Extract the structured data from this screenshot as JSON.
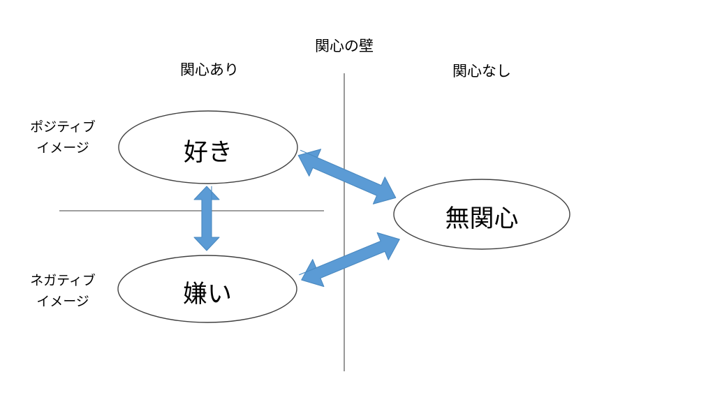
{
  "diagram": {
    "wall": {
      "label": "関心の壁",
      "line_color": "#7f7f7f"
    },
    "axes": {
      "interest_yes": "関心あり",
      "interest_no": "関心なし",
      "positive_image_line1": "ポジティブ",
      "positive_image_line2": "イメージ",
      "negative_image_line1": "ネガティブ",
      "negative_image_line2": "イメージ",
      "horizontal_line_color": "#7f7f7f"
    },
    "nodes": [
      {
        "id": "like",
        "label": "好き"
      },
      {
        "id": "dislike",
        "label": "嫌い"
      },
      {
        "id": "indifferent",
        "label": "無関心"
      }
    ],
    "node_style": {
      "fill": "#ffffff",
      "stroke": "#404040"
    },
    "arrows": [
      {
        "id": "like-indifferent",
        "from": "like",
        "to": "indifferent",
        "double_headed": true
      },
      {
        "id": "dislike-indifferent",
        "from": "dislike",
        "to": "indifferent",
        "double_headed": true
      },
      {
        "id": "like-dislike",
        "from": "like",
        "to": "dislike",
        "double_headed": true
      }
    ],
    "arrow_style": {
      "fill": "#5b9bd5",
      "stroke": "#4a89c0"
    }
  }
}
